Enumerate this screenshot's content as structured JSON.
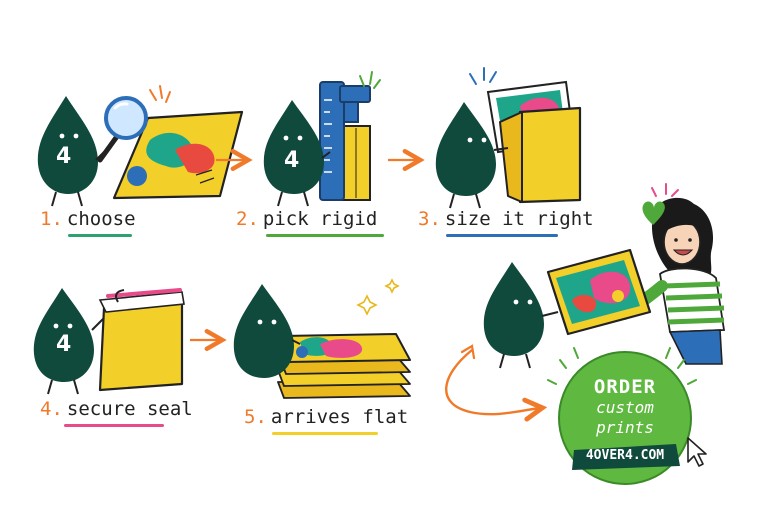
{
  "brand": {
    "mascot_digit": "4",
    "colors": {
      "mascot": "#0f4a3c",
      "folder": "#f3cf2a",
      "orange": "#f07a2a",
      "green": "#4fa83a",
      "pink": "#e84a8a",
      "blue": "#2c6fb8",
      "teal": "#1fa58a",
      "red": "#e94a3f",
      "cta_green": "#5fb83f"
    }
  },
  "steps": [
    {
      "num": "1.",
      "label": "choose",
      "underline": "#2aa36f"
    },
    {
      "num": "2.",
      "label": "pick rigid",
      "underline": "#4fa83a"
    },
    {
      "num": "3.",
      "label": "size it right",
      "underline": "#2c6fb8"
    },
    {
      "num": "4.",
      "label": "secure seal",
      "underline": "#e84a8a"
    },
    {
      "num": "5.",
      "label": "arrives flat",
      "underline": "#f3cf2a"
    }
  ],
  "cta": {
    "line1": "ORDER",
    "line2": "custom",
    "line3": "prints",
    "site": "4OVER4.COM"
  }
}
